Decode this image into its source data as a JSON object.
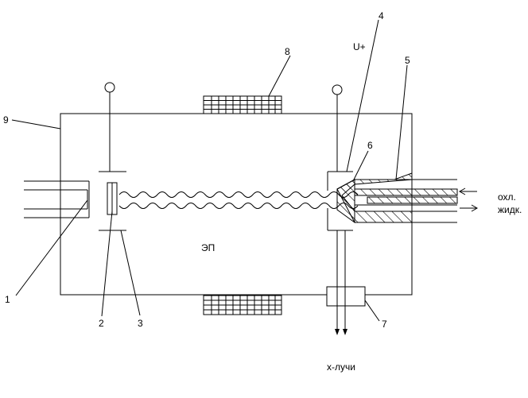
{
  "labels": {
    "n1": "1",
    "n2": "2",
    "n3": "3",
    "n4": "4",
    "n5": "5",
    "n6": "6",
    "n7": "7",
    "n8": "8",
    "n9": "9",
    "u_plus": "U+",
    "ep": "ЭП",
    "coolant_line1": "охл.",
    "coolant_line2": "жидк.",
    "xrays": "х-лучи"
  }
}
